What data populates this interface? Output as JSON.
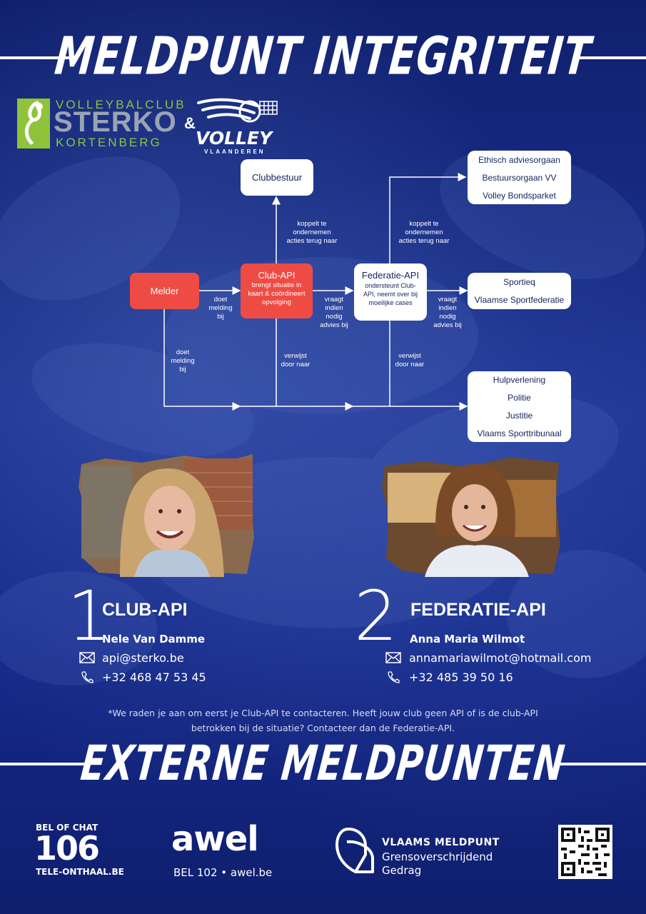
{
  "header": {
    "title": "MELDPUNT INTEGRITEIT"
  },
  "logos": {
    "sterko_top": "VOLLEYBALCLUB",
    "sterko_main": "STERKO",
    "sterko_bottom": "KORTENBERG",
    "ampersand": "&",
    "volley_main": "VOLLEY",
    "volley_sub": "VLAANDEREN"
  },
  "flow": {
    "clubbestuur": "Clubbestuur",
    "melder": "Melder",
    "club_api_title": "Club-API",
    "club_api_desc": [
      "brengt situatie in",
      "kaart & coördineert",
      "opvolging"
    ],
    "federatie_api_title": "Federatie-API",
    "federatie_api_desc": [
      "ondersteunt Club-",
      "API, neemt over bij",
      "moeilijke cases"
    ],
    "ethisch_box": [
      "Ethisch adviesorgaan",
      "Bestuursorgaan VV",
      "Volley Bondsparket"
    ],
    "sportieq_box": [
      "Sportieq",
      "Vlaamse Sportfederatie"
    ],
    "hulp_box": [
      "Hulpverlening",
      "Politie",
      "Justitie",
      "Vlaams Sporttribunaal"
    ],
    "label_koppelt_1": [
      "koppelt te",
      "ondernemen",
      "acties terug naar"
    ],
    "label_koppelt_2": [
      "koppelt te",
      "ondernemen",
      "acties terug naar"
    ],
    "label_doet_1": [
      "doet",
      "melding",
      "bij"
    ],
    "label_doet_2": [
      "doet",
      "melding",
      "bij"
    ],
    "label_vraagt_1": [
      "vraagt",
      "indien",
      "nodig",
      "advies bij"
    ],
    "label_vraagt_2": [
      "vraagt",
      "indien",
      "nodig",
      "advies bij"
    ],
    "label_verwijst_1": [
      "verwijst",
      "door naar"
    ],
    "label_verwijst_2": [
      "verwijst",
      "door naar"
    ]
  },
  "contacts": [
    {
      "number": "1",
      "role": "CLUB-API",
      "name": "Nele Van Damme",
      "email": "api@sterko.be",
      "phone": "+32 468 47 53 45"
    },
    {
      "number": "2",
      "role": "FEDERATIE-API",
      "name": "Anna Maria Wilmot",
      "email": "annamariawilmot@hotmail.com",
      "phone": "+32 485 39 50 16"
    }
  ],
  "note": "*We raden je aan om eerst je Club-API te contacteren. Heeft jouw club geen API of is de club-API betrokken bij de situatie? Contacteer dan de Federatie-API.",
  "externe": {
    "title": "EXTERNE MELDPUNTEN",
    "teleonthaal_top": "BEL OF CHAT",
    "teleonthaal_num": "106",
    "teleonthaal_bottom": "TELE-ONTHAAL.BE",
    "awel_logo": "awel",
    "awel_sub": "BEL 102 • awel.be",
    "vlaams_line1": "VLAAMS MELDPUNT",
    "vlaams_line2": "Grensoverschrijdend",
    "vlaams_line3": "Gedrag"
  },
  "icons": {
    "email": "envelope-icon",
    "phone": "phone-icon",
    "qr": "qr-code-icon"
  },
  "colors": {
    "accent_red": "#ef4b45",
    "sterko_green": "#8fc33a",
    "background_blue": "#1c3392"
  }
}
